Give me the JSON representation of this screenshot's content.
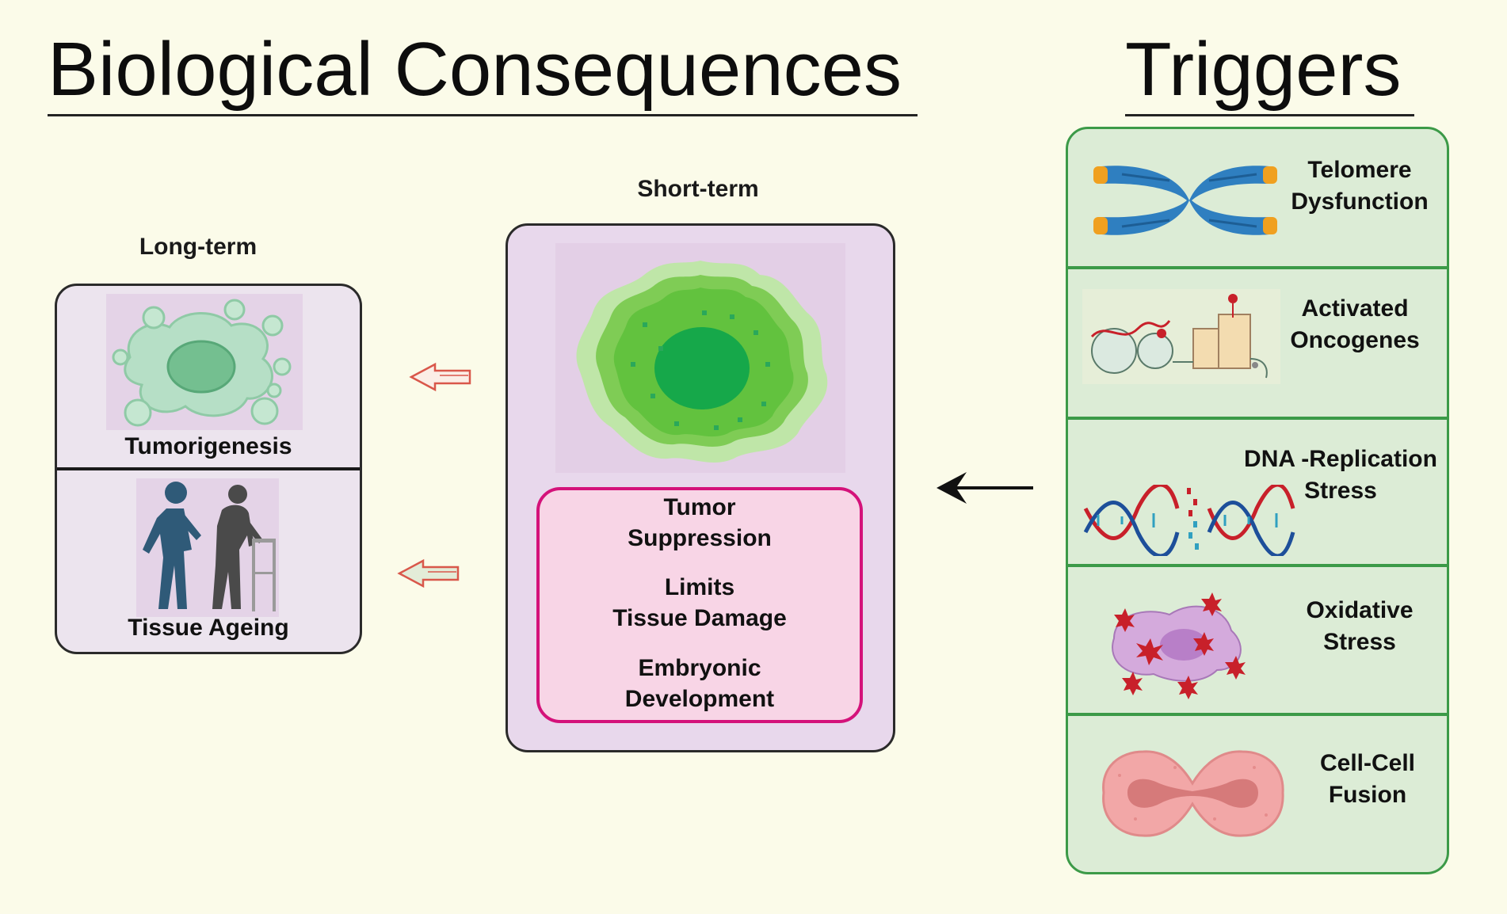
{
  "titles": {
    "left": "Biological Consequences",
    "right": "Triggers"
  },
  "long_term": {
    "label": "Long-term",
    "items": [
      {
        "label": "Tumorigenesis",
        "icon": "tumor-cell-icon"
      },
      {
        "label": "Tissue Ageing",
        "icon": "ageing-person-icon"
      }
    ]
  },
  "short_term": {
    "label": "Short-term",
    "icon": "senescent-cell-icon",
    "outcomes": [
      {
        "line1": "Tumor",
        "line2": "Suppression"
      },
      {
        "line1": "Limits",
        "line2": "Tissue Damage"
      },
      {
        "line1": "Embryonic",
        "line2": "Development"
      }
    ]
  },
  "triggers": [
    {
      "line1": "Telomere",
      "line2": "Dysfunction",
      "icon": "chromosome-icon"
    },
    {
      "line1": "Activated",
      "line2": "Oncogenes",
      "icon": "oncogene-icon"
    },
    {
      "line1": "DNA -Replication",
      "line2": "Stress",
      "icon": "dna-helix-icon"
    },
    {
      "line1": "Oxidative",
      "line2": "Stress",
      "icon": "oxidative-cell-icon"
    },
    {
      "line1": "Cell-Cell",
      "line2": "Fusion",
      "icon": "fusing-cells-icon"
    }
  ],
  "colors": {
    "background": "#fbfbe9",
    "trigger_border": "#3c9a48",
    "trigger_fill": "#dcecd6",
    "short_term_fill": "#e8d8ec",
    "outcome_border": "#d4127a",
    "outcome_fill": "#f8d5e6",
    "long_term_fill": "#ece4ee",
    "hollow_arrow": "#d9574a"
  }
}
